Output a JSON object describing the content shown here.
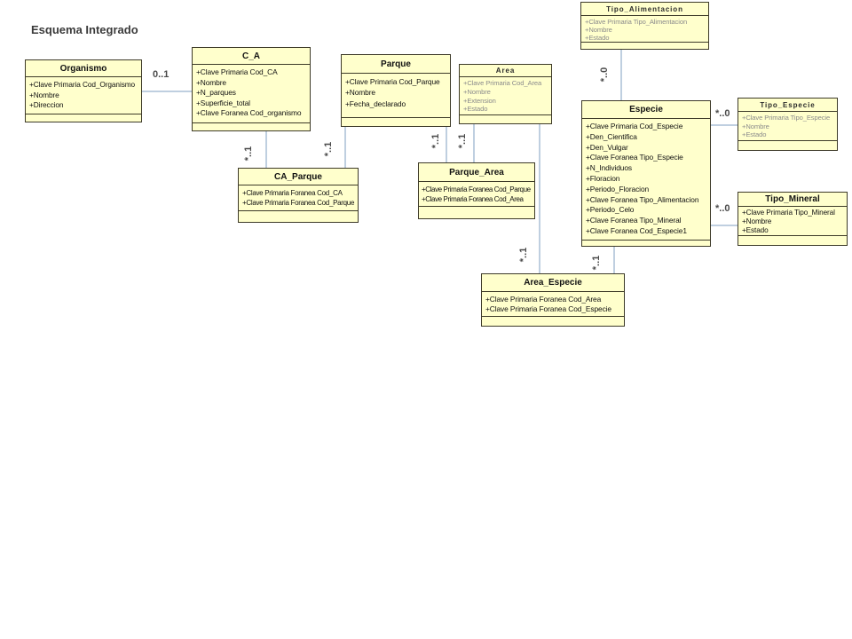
{
  "title": "Esquema Integrado",
  "colors": {
    "box_fill": "#FFFFCC",
    "box_border": "#3d3a28",
    "connector": "#7f9fc2",
    "muted_text": "#8c8c8c"
  },
  "classes": {
    "organismo": {
      "name": "Organismo",
      "attributes": [
        "+Clave Primaria Cod_Organismo",
        "+Nombre",
        "+Direccion"
      ]
    },
    "ca": {
      "name": "C_A",
      "attributes": [
        "+Clave Primaria Cod_CA",
        "+Nombre",
        "+N_parques",
        "+Superficie_total",
        "+Clave Foranea Cod_organismo"
      ]
    },
    "parque": {
      "name": "Parque",
      "attributes": [
        "+Clave Primaria Cod_Parque",
        "+Nombre",
        "+Fecha_declarado"
      ]
    },
    "area": {
      "name": "Area",
      "attributes": [
        "+Clave Primaria Cod_Area",
        "+Nombre",
        "+Extension",
        "+Estado"
      ]
    },
    "tipo_alimentacion": {
      "name": "Tipo_Alimentacion",
      "attributes": [
        "+Clave Primaria Tipo_Alimentacion",
        "+Nombre",
        "+Estado"
      ]
    },
    "especie": {
      "name": "Especie",
      "attributes": [
        "+Clave Primaria Cod_Especie",
        "+Den_Cientifica",
        "+Den_Vulgar",
        "+Clave Foranea Tipo_Especie",
        "+N_Individuos",
        "+Floracion",
        "+Periodo_Floracion",
        "+Clave Foranea Tipo_Alimentacion",
        "+Periodo_Celo",
        "+Clave Foranea Tipo_Mineral",
        "+Clave Foranea Cod_Especie1"
      ]
    },
    "tipo_especie": {
      "name": "Tipo_Especie",
      "attributes": [
        "+Clave Primaria Tipo_Especie",
        "+Nombre",
        "+Estado"
      ]
    },
    "tipo_mineral": {
      "name": "Tipo_Mineral",
      "attributes": [
        "+Clave Primaria Tipo_Mineral",
        "+Nombre",
        "+Estado"
      ]
    },
    "ca_parque": {
      "name": "CA_Parque",
      "attributes": [
        "+Clave Primaria Foranea Cod_CA",
        "+Clave Primaria Foranea Cod_Parque"
      ]
    },
    "parque_area": {
      "name": "Parque_Area",
      "attributes": [
        "+Clave Primaria Foranea Cod_Parque",
        "+Clave Primaria Foranea Cod_Area"
      ]
    },
    "area_especie": {
      "name": "Area_Especie",
      "attributes": [
        "+Clave Primaria Foranea Cod_Area",
        "+Clave Primaria Foranea Cod_Especie"
      ]
    }
  },
  "multiplicities": {
    "organismo_ca": "0..1",
    "ca_caparque": "*..1",
    "parque_caparque": "*..1",
    "parque_parquearea": "*..1",
    "area_parquearea": "*..1",
    "area_areaespecie": "*..1",
    "especie_areaespecie": "*..1",
    "tipoalimentacion_especie": "*..0",
    "especie_tipoespecie": "*..0",
    "especie_tipomineral": "*..0"
  }
}
